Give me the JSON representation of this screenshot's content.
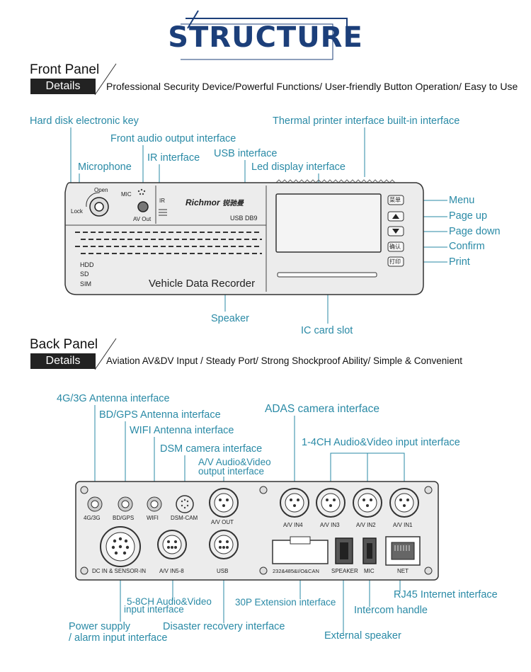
{
  "title": "STRUCTURE",
  "front": {
    "heading": "Front Panel",
    "details_label": "Details",
    "tagline": "Professional Security Device/Powerful Functions/ User-friendly Button Operation/ Easy to Use",
    "callouts": {
      "hdd_key": "Hard disk electronic key",
      "thermal": "Thermal printer interface built-in interface",
      "audio_out": "Front audio output interface",
      "usb": "USB interface",
      "ir": "IR interface",
      "microphone": "Microphone",
      "led": "Led display interface",
      "menu": "Menu",
      "page_up": "Page up",
      "page_down": "Page down",
      "confirm": "Confirm",
      "print": "Print",
      "speaker": "Speaker",
      "ic_card": "IC card slot"
    },
    "device": {
      "open": "Open",
      "lock": "Lock",
      "mic": "MIC",
      "av_out": "AV Out",
      "ir": "IR",
      "brand": "Richmor",
      "brand_cn": "锐驰曼",
      "usb_db9": "USB DB9",
      "hdd": "HDD",
      "sd": "SD",
      "sim": "SIM",
      "product_name": "Vehicle Data Recorder",
      "btn_menu": "菜单",
      "btn_confirm": "确认",
      "btn_print": "打印"
    }
  },
  "back": {
    "heading": "Back Panel",
    "details_label": "Details",
    "tagline": "Aviation AV&DV Input / Steady Port/ Strong Shockproof Ability/ Simple & Convenient",
    "callouts": {
      "ant_4g": "4G/3G Antenna interface",
      "ant_bd": "BD/GPS Antenna interface",
      "ant_wifi": "WIFI Antenna interface",
      "dsm": "DSM camera interface",
      "av_out_1": "A/V Audio&Video",
      "av_out_2": "output interface",
      "adas": "ADAS camera interface",
      "ch14": "1-4CH Audio&Video input interface",
      "ch58_1": "5-8CH Audio&Video",
      "ch58_2": "input interface",
      "ext30p": "30P Extension interface",
      "rj45": "RJ45 Internet interface",
      "intercom": "Intercom handle",
      "power_1": "Power supply",
      "power_2": "/ alarm input interface",
      "disaster": "Disaster recovery interface",
      "ext_speaker": "External speaker"
    },
    "device": {
      "p_4g": "4G/3G",
      "p_bd": "BD/GPS",
      "p_wifi": "WIFI",
      "p_dsm": "DSM-CAM",
      "p_avout": "A/V OUT",
      "p_in4": "A/V IN4",
      "p_in3": "A/V IN3",
      "p_in2": "A/V IN2",
      "p_in1": "A/V IN1",
      "p_dc": "DC IN & SENSOR-IN",
      "p_in58": "A/V IN5-8",
      "p_usb": "USB",
      "p_ext": "232&485&I/O&CAN",
      "p_speaker": "SPEAKER",
      "p_mic": "MIC",
      "p_net": "NET"
    }
  }
}
